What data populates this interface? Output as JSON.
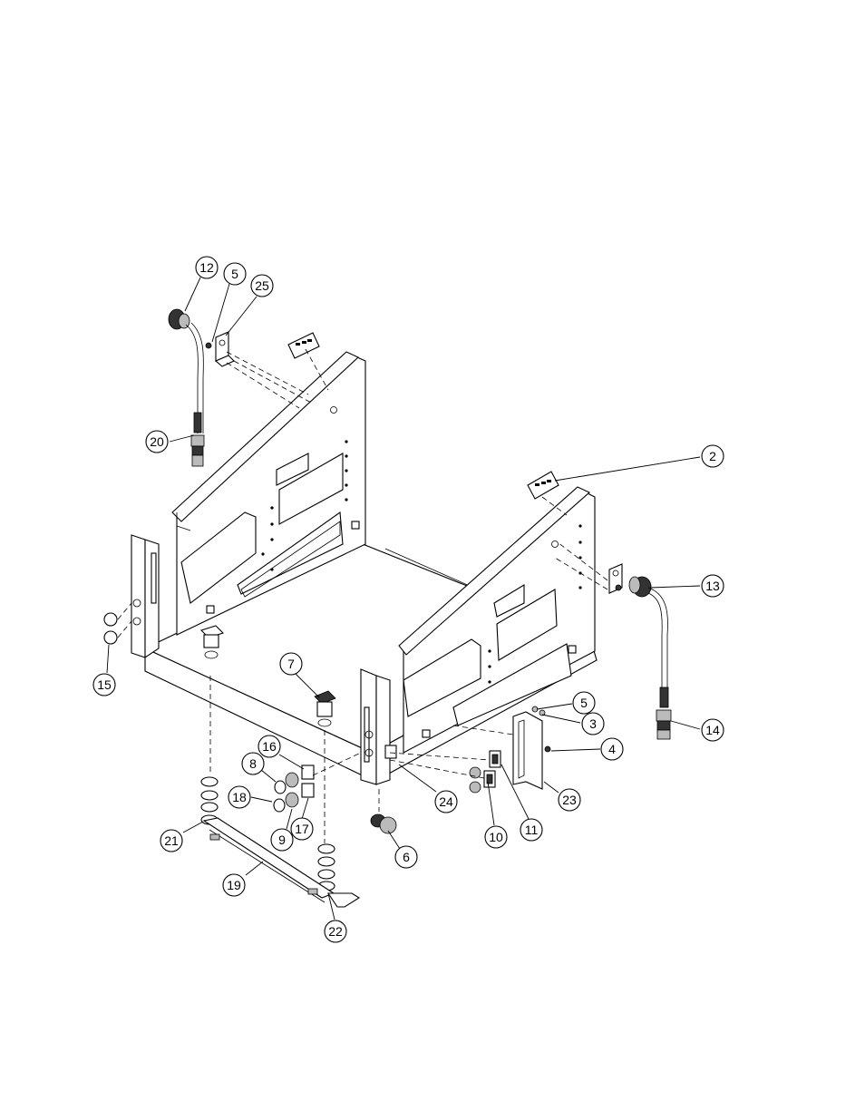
{
  "callouts": [
    {
      "label": "12"
    },
    {
      "label": "5"
    },
    {
      "label": "25"
    },
    {
      "label": "20"
    },
    {
      "label": "2"
    },
    {
      "label": "13"
    },
    {
      "label": "14"
    },
    {
      "label": "15"
    },
    {
      "label": "7"
    },
    {
      "label": "16"
    },
    {
      "label": "8"
    },
    {
      "label": "18"
    },
    {
      "label": "9"
    },
    {
      "label": "17"
    },
    {
      "label": "21"
    },
    {
      "label": "19"
    },
    {
      "label": "22"
    },
    {
      "label": "6"
    },
    {
      "label": "24"
    },
    {
      "label": "10"
    },
    {
      "label": "11"
    },
    {
      "label": "23"
    },
    {
      "label": "4"
    },
    {
      "label": "3"
    },
    {
      "label": "5"
    }
  ]
}
